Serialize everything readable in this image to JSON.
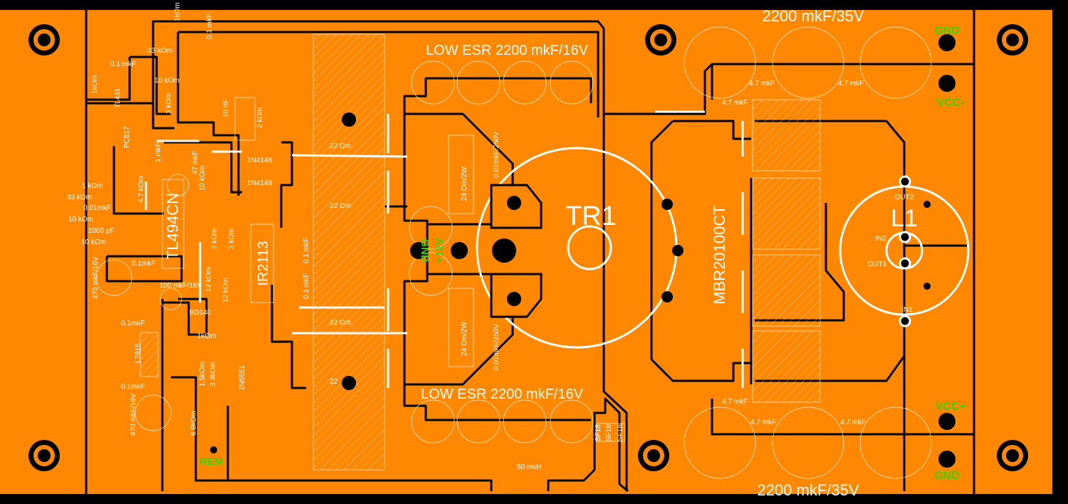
{
  "board": {
    "board_color": "#FF8800",
    "silk_color": "#FFFFFF",
    "net_label_color": "#39D40B",
    "copper_trace_color": "#000000"
  },
  "titles": {
    "caps_top_16v": "LOW ESR 2200 mkF/16V",
    "caps_bottom_16v": "LOW ESR 2200 mkF/16V",
    "caps_top_35v": "2200 mkF/35V",
    "caps_bottom_35v": "2200 mkF/35V",
    "transformer": "TR1",
    "rectifier": "MBR20100CT",
    "inductor": "L1",
    "pwm_ic": "TL494CN",
    "driver_ic": "IR2113"
  },
  "terminals": {
    "gnd_top": "GND",
    "vcc_minus": "VCC-",
    "vcc_plus": "VCC+",
    "gnd_bottom": "GND",
    "input_gnd": "GND",
    "input_12v": "+12V",
    "remote": "REM"
  },
  "inductor_pins": {
    "out2": "OUT2",
    "in2": "IN2",
    "out1": "OUT1",
    "in1": "IN1"
  },
  "labels": [
    "1kOm",
    "0.1 mkF",
    "33 kOm",
    "0.1 mkF",
    "10 kOm",
    "1kOm",
    "TL431",
    "3 kOm",
    "PC817",
    "10 nF",
    "2 kOm",
    "1 mkF",
    "4.7 kOm",
    "47 mkF",
    "10 kOm",
    "1N4148",
    "1N4148",
    "1 kOm",
    "33 kOm",
    "0.01mkF",
    "10 kOm",
    "1000 pF",
    "10 kOm",
    "470 mkF/16V",
    "0.1mkF",
    "100 mkF/16V",
    "3 kOm",
    "3 kOm",
    "12 kOm",
    "12 kOm",
    "0.1 mkF",
    "0.1 mkF",
    "BD140",
    "1kOm",
    "0.1mkF",
    "L7815",
    "0.1mkF",
    "470 mkF/16V",
    "1.5kOm",
    "3.3kOm",
    "2N5551",
    "6.8kOm",
    "22 Om",
    "22 Om",
    "22 Om",
    "22",
    "24 Om/2W",
    "24 Om/2W",
    "0.01mkF/250V",
    "0.01mkF/250V",
    "50 mkH",
    "SF18",
    "SF18",
    "SF18",
    "4.7 mkF",
    "4.7 mkF",
    "4.7 mkF",
    "4.7 mkF",
    "4.7 mkF",
    "4.7 mkF"
  ]
}
